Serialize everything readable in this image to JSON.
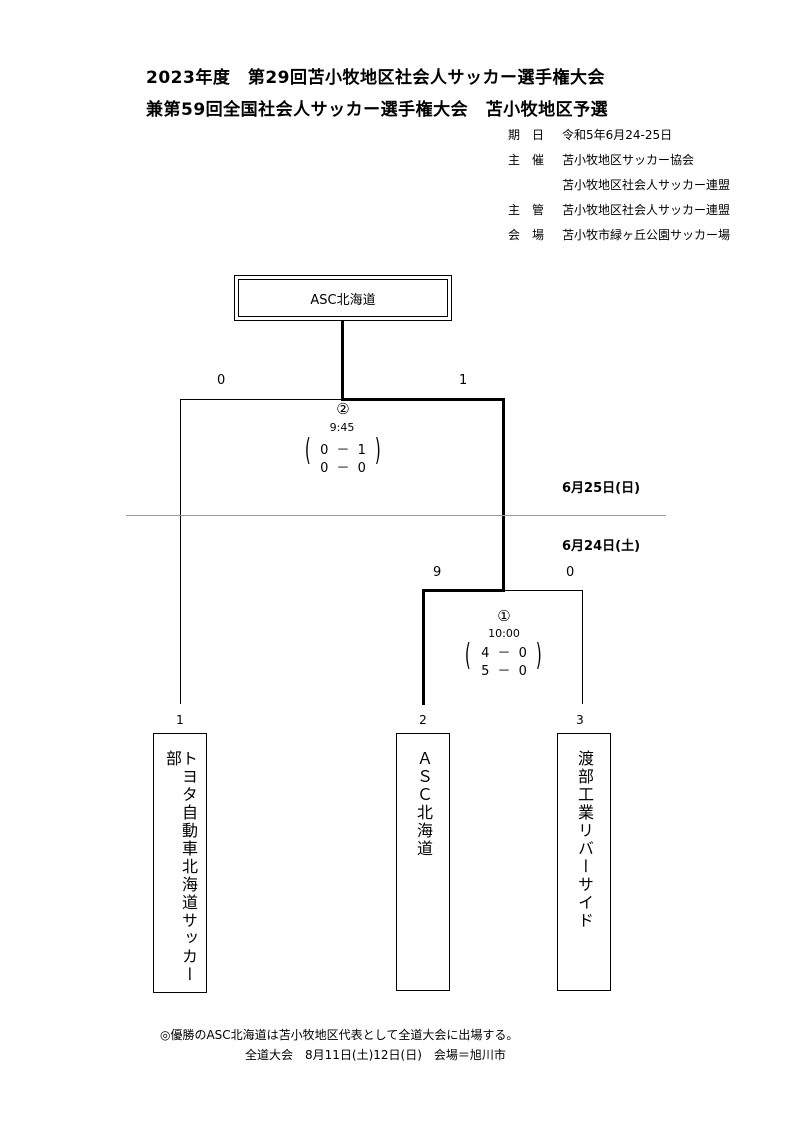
{
  "header": {
    "title_line1": "2023年度　第29回苫小牧地区社会人サッカー選手権大会",
    "title_line2": "兼第59回全国社会人サッカー選手権大会　苫小牧地区予選"
  },
  "info": [
    {
      "label": "期日",
      "value": "令和5年6月24-25日"
    },
    {
      "label": "主催",
      "value": "苫小牧地区サッカー協会"
    },
    {
      "label": "",
      "value": "苫小牧地区社会人サッカー連盟"
    },
    {
      "label": "主管",
      "value": "苫小牧地区社会人サッカー連盟"
    },
    {
      "label": "会場",
      "value": "苫小牧市緑ヶ丘公園サッカー場"
    }
  ],
  "champion": "ASC北海道",
  "dates": {
    "day2": "6月25日(日)",
    "day1": "6月24日(土)"
  },
  "final": {
    "match_no": "②",
    "time": "9:45",
    "score_first": "0 － 1",
    "score_second": "0 － 0",
    "left_score": "0",
    "right_score": "1"
  },
  "semi": {
    "match_no": "①",
    "time": "10:00",
    "score_first": "4 － 0",
    "score_second": "5 － 0",
    "left_score": "9",
    "right_score": "0"
  },
  "teams": [
    {
      "seed": "1",
      "name": "トヨタ自動車北海道サッカー部"
    },
    {
      "seed": "2",
      "name": "ＡＳＣ北海道"
    },
    {
      "seed": "3",
      "name": "渡部工業リバーサイド"
    }
  ],
  "notes": {
    "line1": "◎優勝のASC北海道は苫小牧地区代表として全道大会に出場する。",
    "line2": "全道大会　8月11日(土)12日(日)　会場＝旭川市"
  }
}
